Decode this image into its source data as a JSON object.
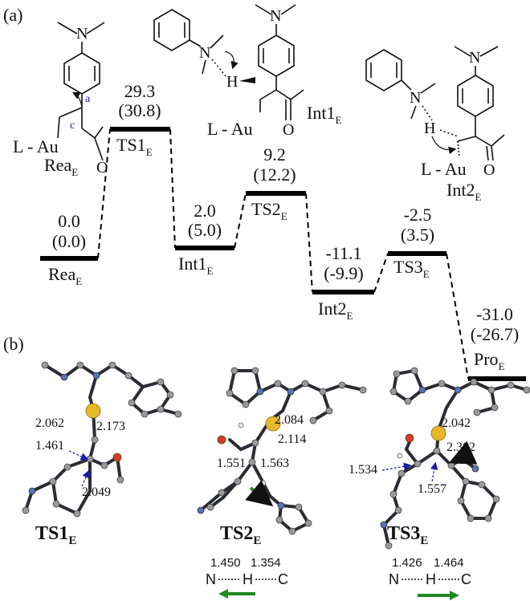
{
  "panel_a": {
    "label": "(a)",
    "levels": [
      {
        "id": "rea",
        "energy": "0.0",
        "energy2": "(0.0)",
        "name": "Rea",
        "sub": "E"
      },
      {
        "id": "ts1",
        "energy": "29.3",
        "energy2": "(30.8)",
        "name": "TS1",
        "sub": "E"
      },
      {
        "id": "int1",
        "energy": "2.0",
        "energy2": "(5.0)",
        "name": "Int1",
        "sub": "E"
      },
      {
        "id": "ts2",
        "energy": "9.2",
        "energy2": "(12.2)",
        "name": "TS2",
        "sub": "E"
      },
      {
        "id": "int2",
        "energy": "-11.1",
        "energy2": "(-9.9)",
        "name": "Int2",
        "sub": "E"
      },
      {
        "id": "ts3",
        "energy": "-2.5",
        "energy2": "(3.5)",
        "name": "TS3",
        "sub": "E"
      },
      {
        "id": "pro",
        "energy": "-31.0",
        "energy2": "(-26.7)",
        "name": "Pro",
        "sub": "E"
      }
    ],
    "structures": {
      "rea": {
        "ligand": "L - Au",
        "name": "Rea",
        "sub": "E",
        "label_a": "a",
        "label_c": "c",
        "n": "N",
        "o": "O"
      },
      "int1": {
        "ligand": "L - Au",
        "name": "Int1",
        "sub": "E",
        "n": "N",
        "h": "H",
        "o": "O"
      },
      "int2": {
        "ligand": "L - Au",
        "name": "Int2",
        "sub": "E",
        "n": "N",
        "h": "H",
        "o": "O"
      }
    }
  },
  "panel_b": {
    "label": "(b)",
    "ts1": {
      "name": "TS1",
      "sub": "E",
      "distances": [
        "2.062",
        "2.173",
        "1.461",
        "2.049"
      ]
    },
    "ts2": {
      "name": "TS2",
      "sub": "E",
      "distances": [
        "2.084",
        "2.114",
        "1.551",
        "1.563"
      ],
      "nhc": {
        "n": "N",
        "h": "H",
        "c": "C",
        "d1": "1.450",
        "d2": "1.354"
      }
    },
    "ts3": {
      "name": "TS3",
      "sub": "E",
      "distances": [
        "2.042",
        "2.302",
        "1.534",
        "1.557"
      ],
      "nhc": {
        "n": "N",
        "h": "H",
        "c": "C",
        "d1": "1.426",
        "d2": "1.464"
      }
    }
  },
  "colors": {
    "arrow_green": "#1f8a1f",
    "label_blue": "#1a1aa8",
    "gold": "#e8b72a",
    "oxygen": "#d43a2c",
    "nitrogen": "#5a73b5"
  }
}
